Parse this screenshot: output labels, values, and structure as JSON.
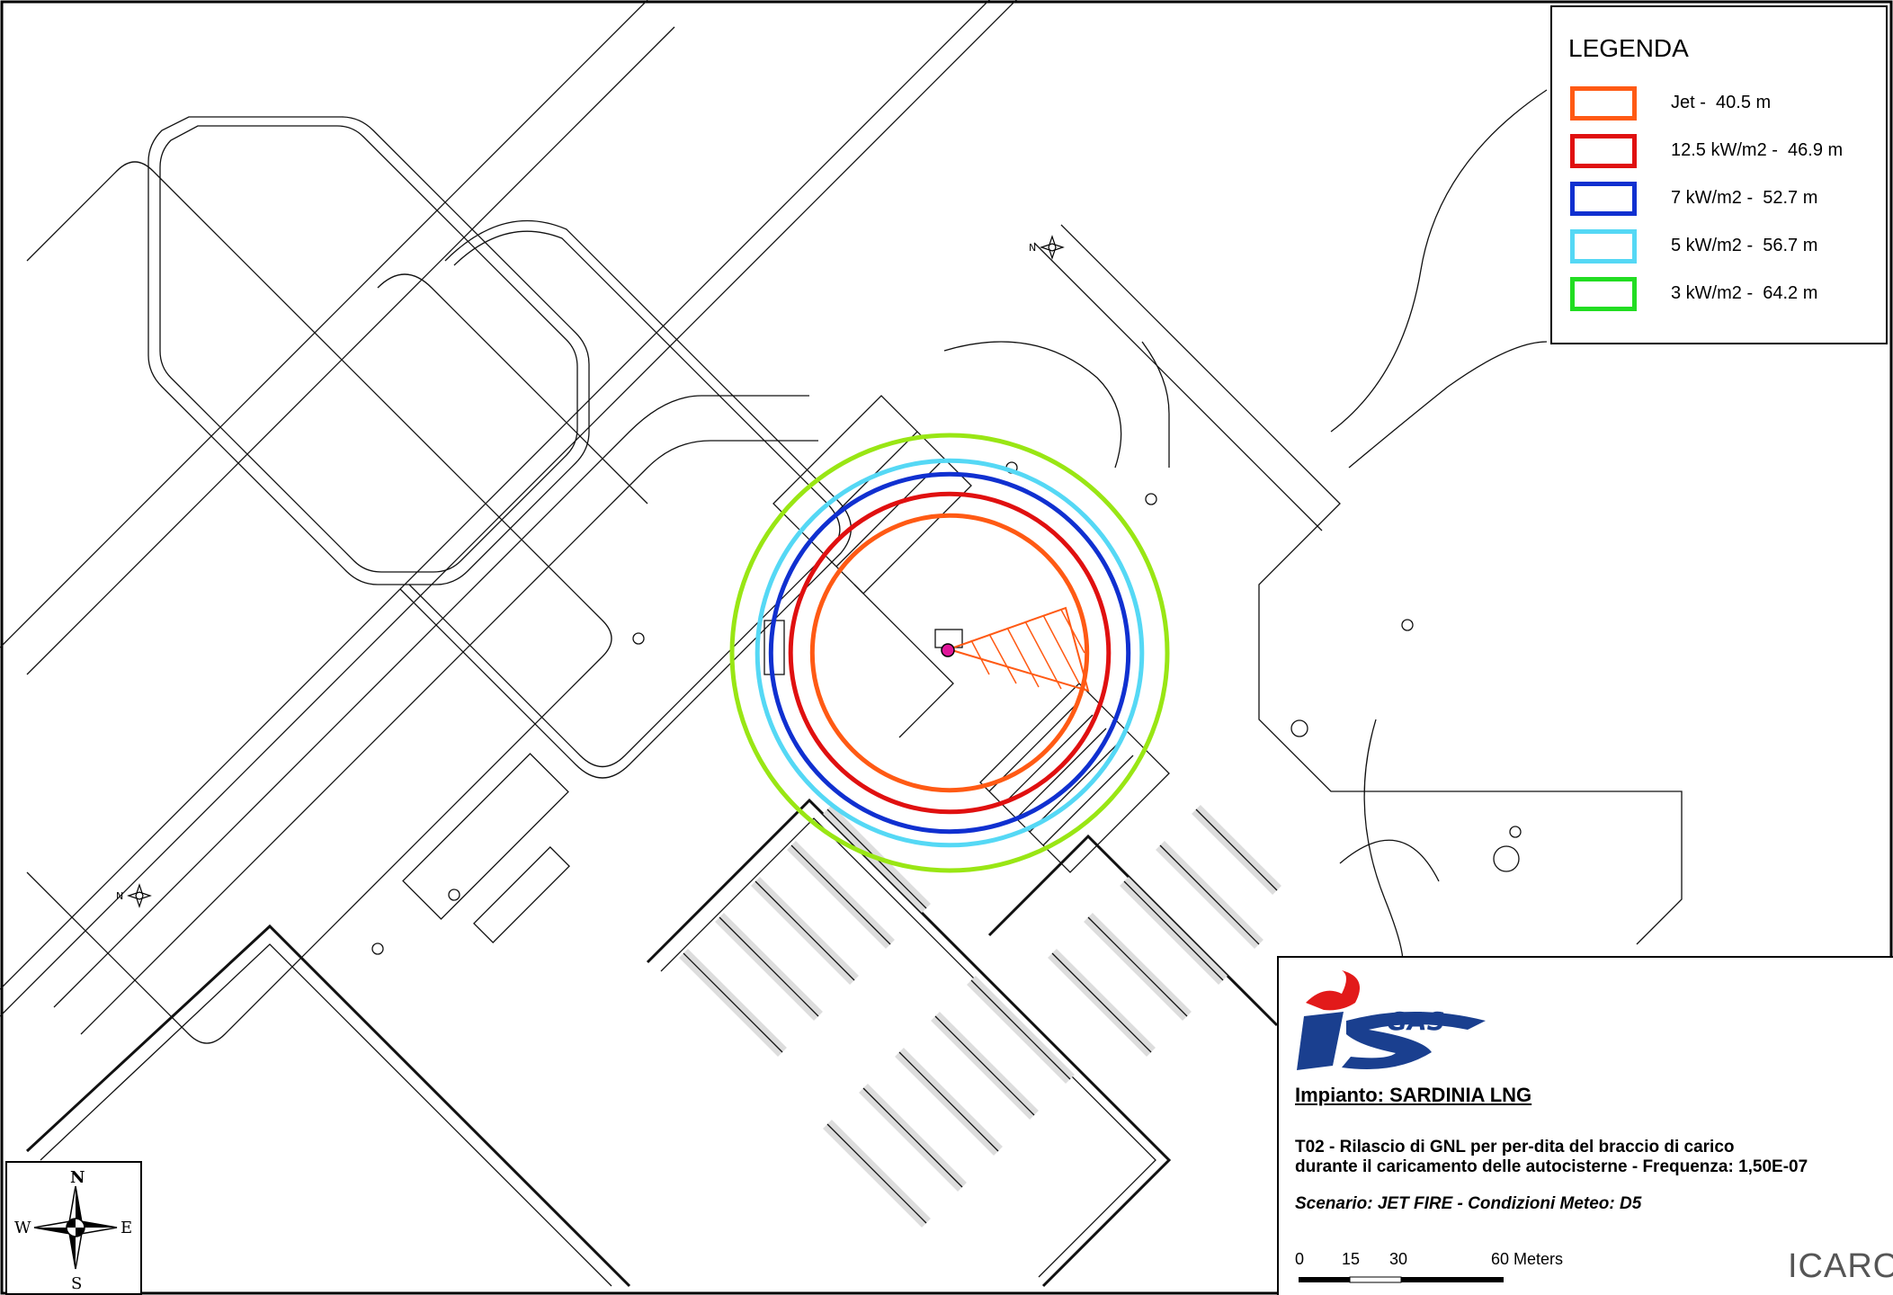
{
  "legend": {
    "title": "LEGENDA",
    "items": [
      {
        "label": "Jet -  40.5 m",
        "color": "#ff5a14",
        "radius_m": 40.5
      },
      {
        "label": "12.5 kW/m2 -  46.9 m",
        "color": "#e01010",
        "radius_m": 46.9
      },
      {
        "label": "7 kW/m2 -  52.7 m",
        "color": "#1030d0",
        "radius_m": 52.7
      },
      {
        "label": "5 kW/m2 -  56.7 m",
        "color": "#55d8f5",
        "radius_m": 56.7
      },
      {
        "label": "3 kW/m2 -  64.2 m",
        "color": "#22dd22",
        "radius_m": 64.2
      }
    ]
  },
  "title_block": {
    "logo_text": "GAS",
    "plant": "Impianto: SARDINIA LNG",
    "description_line1": "T02 - Rilascio di GNL  per per-dita del braccio di  carico",
    "description_line2": "durante il caricamento delle autocisterne - Frequenza: 1,50E-07",
    "scenario": "Scenario: JET FIRE - Condizioni Meteo: D5",
    "brand": "ICARO",
    "brand_color": "#1a3f8f",
    "logo_red": "#e21a1a"
  },
  "scale": {
    "ticks": [
      "0",
      "15",
      "30",
      "60 Meters"
    ]
  },
  "compass": {
    "n": "N",
    "s": "S",
    "e": "E",
    "w": "W"
  },
  "north_marker": "N"
}
